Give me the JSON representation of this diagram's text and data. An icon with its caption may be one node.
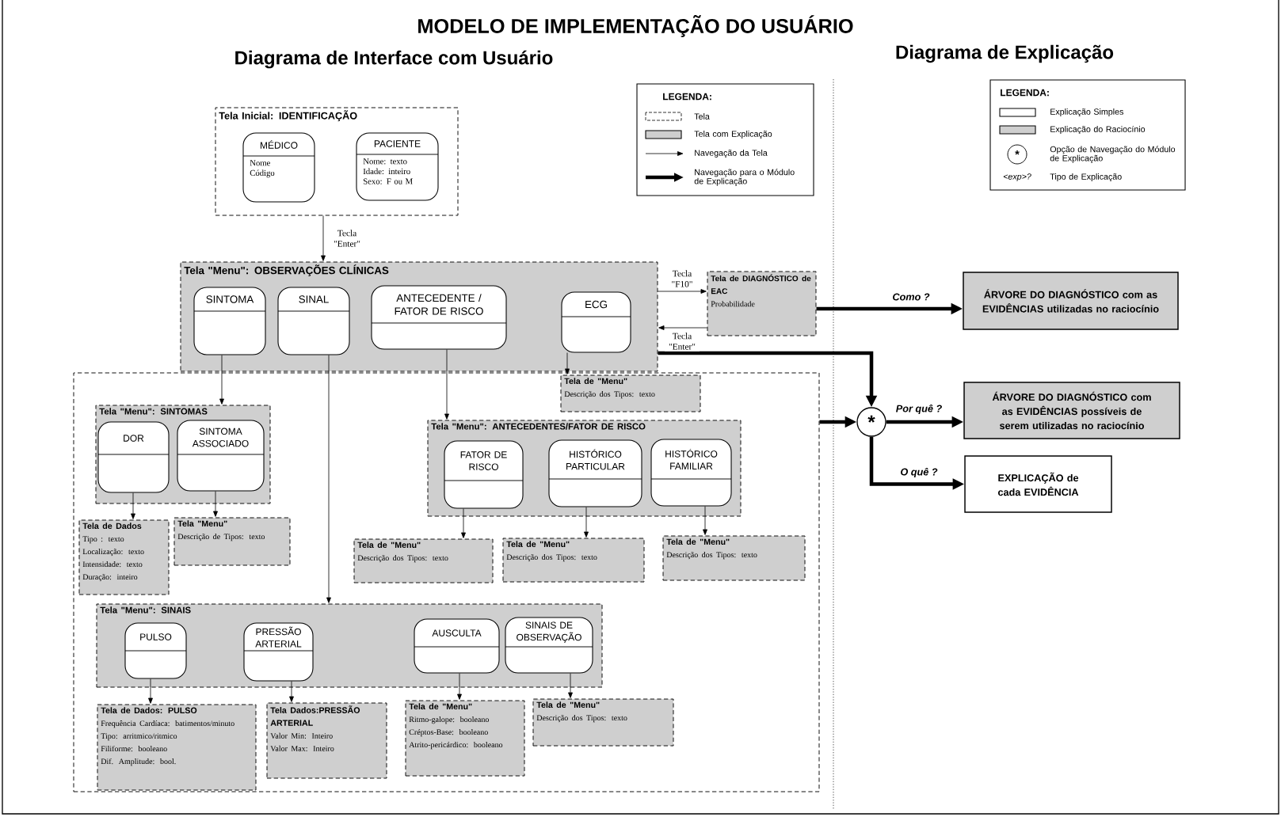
{
  "diagram": {
    "title": "MODELO DE IMPLEMENTAÇÃO DO USUÁRIO",
    "nodes": [
      {
        "text": [
          "Tela Inicial: IDENTIFICAÇÃO"
        ]
      },
      {
        "text": [
          "MÉDICO",
          "Nome Código"
        ],
        "in": 0
      },
      {
        "text": [
          "PACIENTE",
          "Nome: texto Idade: inteiro Sexo: F ou M"
        ],
        "in": 0
      },
      {
        "text": [
          "Tela \"Menu\": OBSERVAÇÕES CLÍNICAS"
        ]
      },
      {
        "text": [
          "SINTOMA"
        ],
        "in": 3
      },
      {
        "text": [
          "SINAL"
        ],
        "in": 3
      },
      {
        "text": [
          "ANTECEDENTE / FATOR DE RISCO"
        ],
        "in": 3
      },
      {
        "text": [
          "ECG"
        ],
        "in": 3
      },
      {
        "text": [
          "Tela de DIAGNÓSTICO de EAC",
          "Probabilidade"
        ]
      },
      {
        "text": [],
        "shape": "box"
      },
      {
        "text": [
          "Tela de \"Menu\"",
          "Descrição dos Tipos: texto"
        ],
        "in": 9
      },
      {
        "text": [
          "Tela \"Menu\": SINTOMAS"
        ],
        "in": 9
      },
      {
        "text": [
          "DOR"
        ],
        "in": 11
      },
      {
        "text": [
          "SINTOMA ASSOCIADO"
        ],
        "in": 11
      },
      {
        "text": [
          "Tela de Dados",
          "Tipo : texto",
          "Localização: texto",
          "Intensidade: texto",
          "Duração: inteiro"
        ],
        "in": 9
      },
      {
        "text": [
          "Tela \"Menu\"",
          "Descrição de Tipos: texto"
        ],
        "in": 9
      },
      {
        "text": [
          "Tela \"Menu\": ANTECEDENTES/FATOR DE RISCO"
        ],
        "in": 9
      },
      {
        "text": [
          "FATOR DE RISCO"
        ],
        "in": 16
      },
      {
        "text": [
          "HISTÓRICO PARTICULAR"
        ],
        "in": 16
      },
      {
        "text": [
          "HISTÓRICO FAMILIAR"
        ],
        "in": 16
      },
      {
        "text": [
          "Tela de \"Menu\"",
          "Descrição dos Tipos: texto"
        ],
        "in": 9
      },
      {
        "text": [
          "Tela de \"Menu\"",
          "Descrição dos Tipos: texto"
        ],
        "in": 9
      },
      {
        "text": [
          "Tela de \"Menu\"",
          "Descrição dos Tipos: texto"
        ],
        "in": 9
      },
      {
        "text": [
          "Tela \"Menu\": SINAIS"
        ],
        "in": 9
      },
      {
        "text": [
          "PULSO"
        ],
        "in": 23
      },
      {
        "text": [
          "PRESSÃO ARTERIAL"
        ],
        "in": 23
      },
      {
        "text": [
          "AUSCULTA"
        ],
        "in": 23
      },
      {
        "text": [
          "SINAIS DE OBSERVAÇÃO"
        ],
        "in": 23
      },
      {
        "text": [
          "Tela de Dados: PULSO",
          "Frequência Cardíaca: batimentos/minuto",
          "Tipo: arritmico/ritmico",
          "Filiforme: booleano",
          "Dif. Amplitude: bool."
        ],
        "in": 9
      },
      {
        "text": [
          "Tela Dados:PRESSÃO ARTERIAL",
          "Valor Min: Inteiro",
          "Valor Max: Inteiro"
        ],
        "in": 9
      },
      {
        "text": [
          "Tela de \"Menu\"",
          "Ritmo-galope: booleano",
          "Créptos-Base: booleano",
          "Atrito-pericárdico: booleano"
        ],
        "in": 9
      },
      {
        "text": [
          "Tela de \"Menu\"",
          "Descrição dos Tipos: texto"
        ],
        "in": 9
      },
      {
        "text": [
          "*"
        ]
      },
      {
        "text": [
          "ÁRVORE DO DIAGNÓSTICO com as EVIDÊNCIAS utilizadas no raciocínio"
        ]
      },
      {
        "text": [
          "ÁRVORE DO DIAGNÓSTICO com as EVIDÊNCIAS possíveis de serem utilizadas no raciocínio"
        ]
      },
      {
        "text": [
          "EXPLICAÇÃO de cada EVIDÊNCIA"
        ]
      }
    ],
    "edges": [
      {
        "from": 0,
        "to": 3,
        "arrow": "to",
        "label": "Tecla \"Enter\""
      },
      {
        "from": 3,
        "to": 8,
        "arrow": "to",
        "label": "Tecla \"F10\""
      },
      {
        "from": 8,
        "to": 3,
        "arrow": "to",
        "label": "Tecla \"Enter\""
      },
      {
        "from": 8,
        "to": 33,
        "arrow": "to",
        "label": "Como ?",
        "style": "thick"
      },
      {
        "from": 3,
        "to": 32,
        "arrow": "to",
        "style": "thick"
      },
      {
        "from": 9,
        "to": 32,
        "arrow": "to",
        "style": "thick"
      },
      {
        "from": 32,
        "to": 34,
        "arrow": "to",
        "label": "Por quê ?",
        "style": "thick"
      },
      {
        "from": 32,
        "to": 35,
        "arrow": "to",
        "label": "O quê ?",
        "style": "thick"
      },
      {
        "from": 4,
        "to": 11,
        "arrow": "to"
      },
      {
        "from": 5,
        "to": 23,
        "arrow": "to"
      },
      {
        "from": 6,
        "to": 16,
        "arrow": "to"
      },
      {
        "from": 7,
        "to": 10,
        "arrow": "to"
      },
      {
        "from": 12,
        "to": 14,
        "arrow": "to"
      },
      {
        "from": 13,
        "to": 15,
        "arrow": "to"
      },
      {
        "from": 17,
        "to": 20,
        "arrow": "to"
      },
      {
        "from": 18,
        "to": 21,
        "arrow": "to"
      },
      {
        "from": 19,
        "to": 22,
        "arrow": "to"
      },
      {
        "from": 24,
        "to": 28,
        "arrow": "to"
      },
      {
        "from": 25,
        "to": 29,
        "arrow": "to"
      },
      {
        "from": 26,
        "to": 30,
        "arrow": "to"
      },
      {
        "from": 27,
        "to": 31,
        "arrow": "to"
      }
    ],
    "labels": [
      "Diagrama de Interface com Usuário",
      "Diagrama de Explicação",
      "LEGENDA:",
      "LEGENDA:",
      "*",
      "<exp>?"
    ],
    "legend": [
      {
        "text": "Tela"
      },
      {
        "text": "Tela com Explicação"
      },
      {
        "text": "Navegação da Tela"
      },
      {
        "text": "Navegação para o Módulo de Explicação"
      },
      {
        "text": "Explicação Simples"
      },
      {
        "text": "Explicação do Raciocínio"
      },
      {
        "text": "Opção de Navegação do Módulo de Explicação"
      },
      {
        "text": "Tipo de Explicação"
      }
    ]
  }
}
